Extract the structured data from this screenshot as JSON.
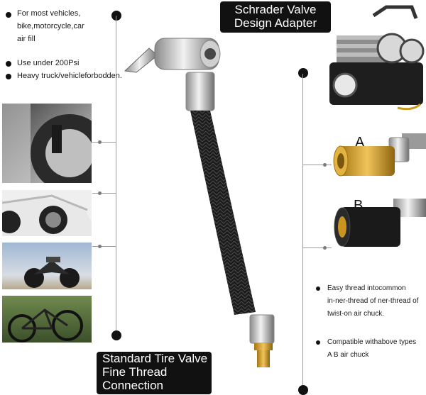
{
  "left_bullets": [
    {
      "lines": [
        "For most vehicles,",
        "bike,motorcycle,car",
        "air fill"
      ]
    },
    {
      "lines": [
        "Use under 200Psi"
      ]
    },
    {
      "lines": [
        "Heavy truck/vehicleforbodden."
      ]
    }
  ],
  "top_label": {
    "lines": [
      "Schrader Valve",
      "Design Adapter"
    ]
  },
  "bottom_label": {
    "lines": [
      "Standard Tire Valve",
      "Fine Thread",
      "Connection"
    ]
  },
  "chuck_labels": {
    "a": "A",
    "b": "B"
  },
  "right_bullets": [
    {
      "lines": [
        "Easy thread intocommon",
        "in-ner-thread of ner-thread of",
        "twist-on air chuck."
      ]
    },
    {
      "lines": [
        "Compatible withabove types",
        "A B air  chuck"
      ]
    }
  ],
  "colors": {
    "label_bg": "#111111",
    "label_text": "#ffffff",
    "brass": "#d4a017",
    "hose": "#1c1c1c"
  }
}
